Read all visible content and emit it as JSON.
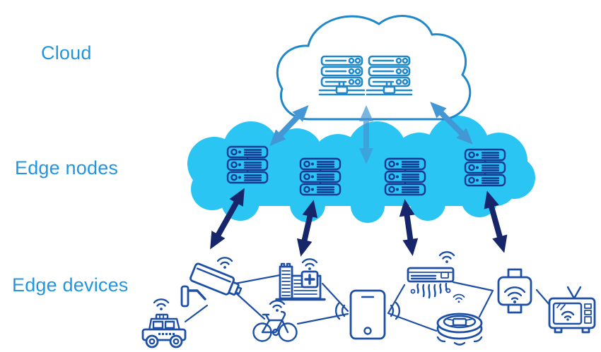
{
  "title": "Edge computing architecture diagram",
  "layers": {
    "cloud": {
      "label": "Cloud"
    },
    "edge_nodes": {
      "label": "Edge nodes"
    },
    "edge_devices": {
      "label": "Edge devices"
    }
  },
  "cloud_layer": {
    "icon": "cloud-outline-icon",
    "server_racks": 2,
    "rows_per_rack": 3
  },
  "edge_nodes_layer": {
    "icon": "cloud-filled-icon",
    "server_stacks": 4,
    "rows_per_stack": 3
  },
  "edge_devices_layer": {
    "items": [
      "autonomous-car",
      "cctv-camera",
      "bicycle",
      "hospital-building",
      "smartphone",
      "air-conditioner",
      "robot-vacuum",
      "smart-wifi-device",
      "smart-tv"
    ]
  },
  "connections": {
    "cloud_to_edge_nodes": {
      "count": 3,
      "type": "bidirectional-arrow"
    },
    "edge_nodes_to_devices": {
      "count": 4,
      "type": "bidirectional-arrow"
    },
    "device_links": [
      "car-camera",
      "camera-hospital",
      "camera-bicycle",
      "hospital-phone",
      "bicycle-phone",
      "phone-ac-zone",
      "zone-wifi-device",
      "wifi-device-tv"
    ]
  },
  "colors": {
    "background": "#FFFFFF",
    "label_blue": "#2196E0",
    "cloud_outline": "#1E88CB",
    "edge_cloud_fill": "#2BC5F4",
    "edge_server_stroke": "#15398F",
    "cloud_arrow": "#4397D4",
    "device_arrow": "#17256B",
    "device_stroke": "#1D4FA5"
  }
}
